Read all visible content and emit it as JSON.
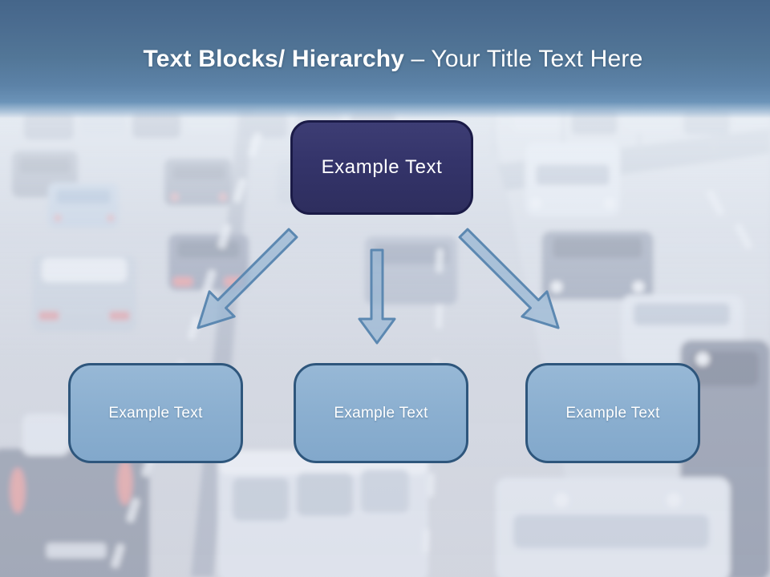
{
  "slide_title": {
    "emphasis": "Text Blocks/ Hierarchy",
    "rest": "– Your Title Text Here"
  },
  "diagram": {
    "root": {
      "label": "Example Text"
    },
    "children": [
      {
        "label": "Example Text"
      },
      {
        "label": "Example Text"
      },
      {
        "label": "Example Text"
      }
    ],
    "connectors": [
      "arrow-down-left",
      "arrow-down",
      "arrow-down-right"
    ]
  },
  "colors": {
    "header_top": "#45668a",
    "header_bottom": "#6b93b8",
    "title_text": "#ffffff",
    "root_box_fill": "#34346a",
    "root_box_border": "#1b1b47",
    "child_box_fill": "#8bafd0",
    "child_box_border": "#2e567c",
    "arrow_fill": "#97b5d3",
    "arrow_stroke": "#5c88b1"
  }
}
